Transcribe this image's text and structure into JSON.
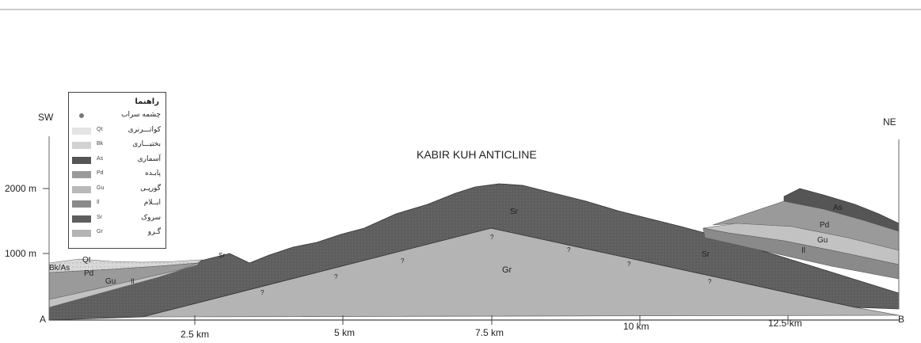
{
  "title": "KABIR KUH ANTICLINE",
  "direction_left": "SW",
  "direction_right": "NE",
  "end_left": "A",
  "end_right": "B",
  "elevation_ticks": [
    {
      "label": "2000 m",
      "value": 2000
    },
    {
      "label": "1000 m",
      "value": 1000
    }
  ],
  "distance_ticks": [
    {
      "label": "2.5 km",
      "value": 2.5
    },
    {
      "label": "5 km",
      "value": 5
    },
    {
      "label": "7.5 km",
      "value": 7.5
    },
    {
      "label": "10 km",
      "value": 10
    },
    {
      "label": "12.5 km",
      "value": 12.5
    }
  ],
  "legend": {
    "title": "راهنما",
    "items": [
      {
        "code": "",
        "name": "چشمه سراب",
        "color": "#777777",
        "kind": "dot"
      },
      {
        "code": "Qt",
        "name": "کواتـــرنری",
        "color": "#e4e4e4"
      },
      {
        "code": "Bk",
        "name": "بختیـــاری",
        "color": "#d2d2d2"
      },
      {
        "code": "As",
        "name": "آسماری",
        "color": "#555555"
      },
      {
        "code": "Pd",
        "name": "پابـده",
        "color": "#9a9a9a"
      },
      {
        "code": "Gu",
        "name": "گورپـی",
        "color": "#b9b9b9"
      },
      {
        "code": "Il",
        "name": "ایــلام",
        "color": "#8a8a8a"
      },
      {
        "code": "Sr",
        "name": "سروک",
        "color": "#5e5e5e"
      },
      {
        "code": "Gr",
        "name": "گـرو",
        "color": "#b4b4b4"
      }
    ]
  },
  "section_labels": [
    {
      "text": "Sr"
    },
    {
      "text": "Gr"
    },
    {
      "text": "Sr"
    },
    {
      "text": "As"
    },
    {
      "text": "Pd"
    },
    {
      "text": "Gu"
    },
    {
      "text": "Il"
    },
    {
      "text": "Qt"
    },
    {
      "text": "Bk/As"
    },
    {
      "text": "Pd"
    },
    {
      "text": "Gu"
    },
    {
      "text": "Il"
    },
    {
      "text": "Sr"
    }
  ],
  "fault_mark": "?",
  "colors": {
    "sarvak": "#5e5e5e",
    "garau": "#b4b4b4",
    "asmari": "#555555",
    "pabdeh": "#9a9a9a",
    "gurpi": "#c2c2c2",
    "quaternary": "#e0e0e0"
  }
}
